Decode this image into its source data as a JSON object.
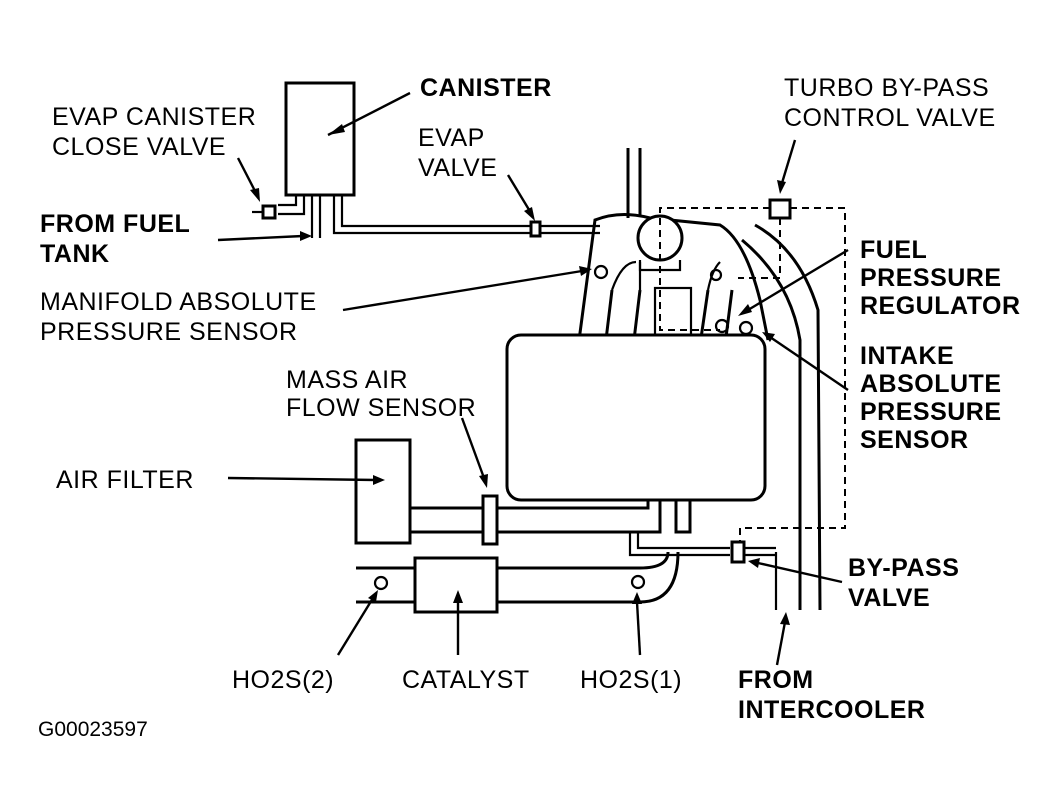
{
  "labels": {
    "canister": "CANISTER",
    "evap_canister_close_valve_1": "EVAP CANISTER",
    "evap_canister_close_valve_2": "CLOSE VALVE",
    "evap_valve_1": "EVAP",
    "evap_valve_2": "VALVE",
    "turbo_bypass_1": "TURBO BY-PASS",
    "turbo_bypass_2": "CONTROL VALVE",
    "from_fuel_tank_1": "FROM FUEL",
    "from_fuel_tank_2": "TANK",
    "manifold_abs_1": "MANIFOLD ABSOLUTE",
    "manifold_abs_2": "PRESSURE SENSOR",
    "fuel_pressure_reg_1": "FUEL",
    "fuel_pressure_reg_2": "PRESSURE",
    "fuel_pressure_reg_3": "REGULATOR",
    "intake_abs_1": "INTAKE",
    "intake_abs_2": "ABSOLUTE",
    "intake_abs_3": "PRESSURE",
    "intake_abs_4": "SENSOR",
    "maf_1": "MASS AIR",
    "maf_2": "FLOW SENSOR",
    "air_filter": "AIR FILTER",
    "bypass_valve_1": "BY-PASS",
    "bypass_valve_2": "VALVE",
    "ho2s2": "HO2S(2)",
    "catalyst": "CATALYST",
    "ho2s1": "HO2S(1)",
    "from_intercooler_1": "FROM",
    "from_intercooler_2": "INTERCOOLER",
    "figure_id": "G00023597"
  }
}
